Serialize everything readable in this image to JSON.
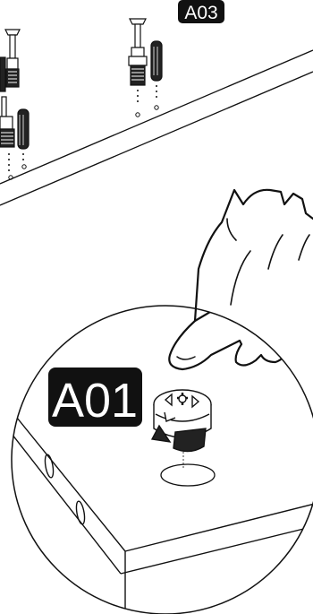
{
  "labels": {
    "top_part": "A03",
    "main_part": "A01"
  },
  "colors": {
    "ink": "#111111",
    "label_bg": "#111111",
    "label_text": "#ffffff",
    "paper": "#ffffff"
  },
  "icons": [
    "dowel-with-cam-bolt",
    "wooden-dowel",
    "hand",
    "cam-lock-fitting",
    "drilled-panel"
  ]
}
